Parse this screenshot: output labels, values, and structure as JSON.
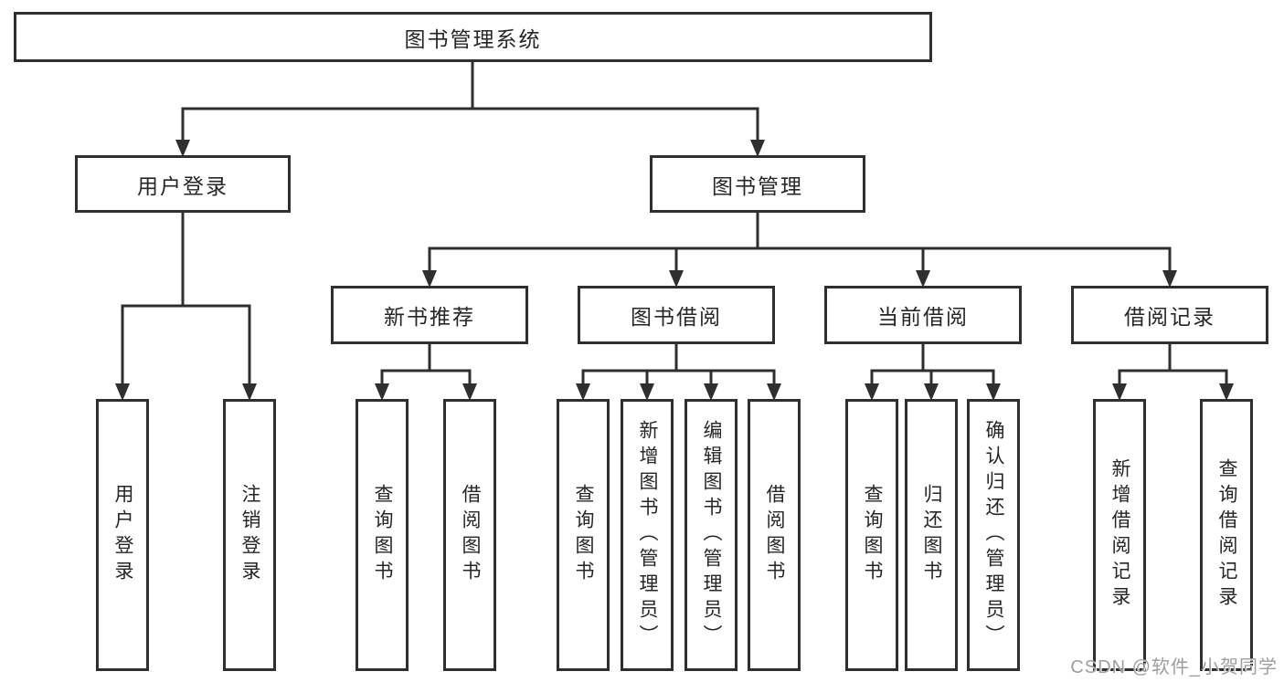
{
  "diagram": {
    "type": "hierarchy-tree",
    "root": {
      "label": "图书管理系统",
      "children": [
        {
          "label": "用户登录",
          "children": [
            {
              "label": "用户登录"
            },
            {
              "label": "注销登录"
            }
          ]
        },
        {
          "label": "图书管理",
          "children": [
            {
              "label": "新书推荐",
              "children": [
                {
                  "label": "查询图书"
                },
                {
                  "label": "借阅图书"
                }
              ]
            },
            {
              "label": "图书借阅",
              "children": [
                {
                  "label": "查询图书"
                },
                {
                  "label": "新增图书（管理员）"
                },
                {
                  "label": "编辑图书（管理员）"
                },
                {
                  "label": "借阅图书"
                }
              ]
            },
            {
              "label": "当前借阅",
              "children": [
                {
                  "label": "查询图书"
                },
                {
                  "label": "归还图书"
                },
                {
                  "label": "确认归还（管理员）"
                }
              ]
            },
            {
              "label": "借阅记录",
              "children": [
                {
                  "label": "新增借阅记录"
                },
                {
                  "label": "查询借阅记录"
                }
              ]
            }
          ]
        }
      ]
    }
  },
  "watermark": {
    "text": "CSDN @软件_小贺同学"
  },
  "colors": {
    "line": "#2f2f2f",
    "box_border": "#2f2f2f",
    "text": "#262626",
    "watermark": "#9e9e9e",
    "background": "#ffffff"
  }
}
